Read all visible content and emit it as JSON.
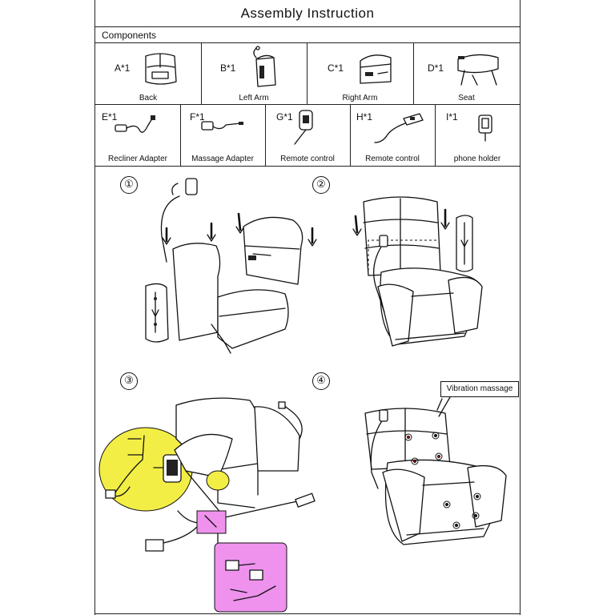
{
  "title": "Assembly Instruction",
  "components_label": "Components",
  "components_row1": [
    {
      "id": "A*1",
      "caption": "Back"
    },
    {
      "id": "B*1",
      "caption": "Left  Arm"
    },
    {
      "id": "C*1",
      "caption": "Right  Arm"
    },
    {
      "id": "D*1",
      "caption": "Seat"
    }
  ],
  "components_row2": [
    {
      "id": "E*1",
      "caption": "Recliner Adapter"
    },
    {
      "id": "F*1",
      "caption": "Massage Adapter"
    },
    {
      "id": "G*1",
      "caption": "Remote control"
    },
    {
      "id": "H*1",
      "caption": "Remote control"
    },
    {
      "id": "I*1",
      "caption": "phone holder"
    }
  ],
  "steps": [
    "①",
    "②",
    "③",
    "④"
  ],
  "callout": "Vibration massage",
  "highlight_colors": {
    "yellow": "#f3ee45",
    "magenta": "#ee92ee"
  }
}
